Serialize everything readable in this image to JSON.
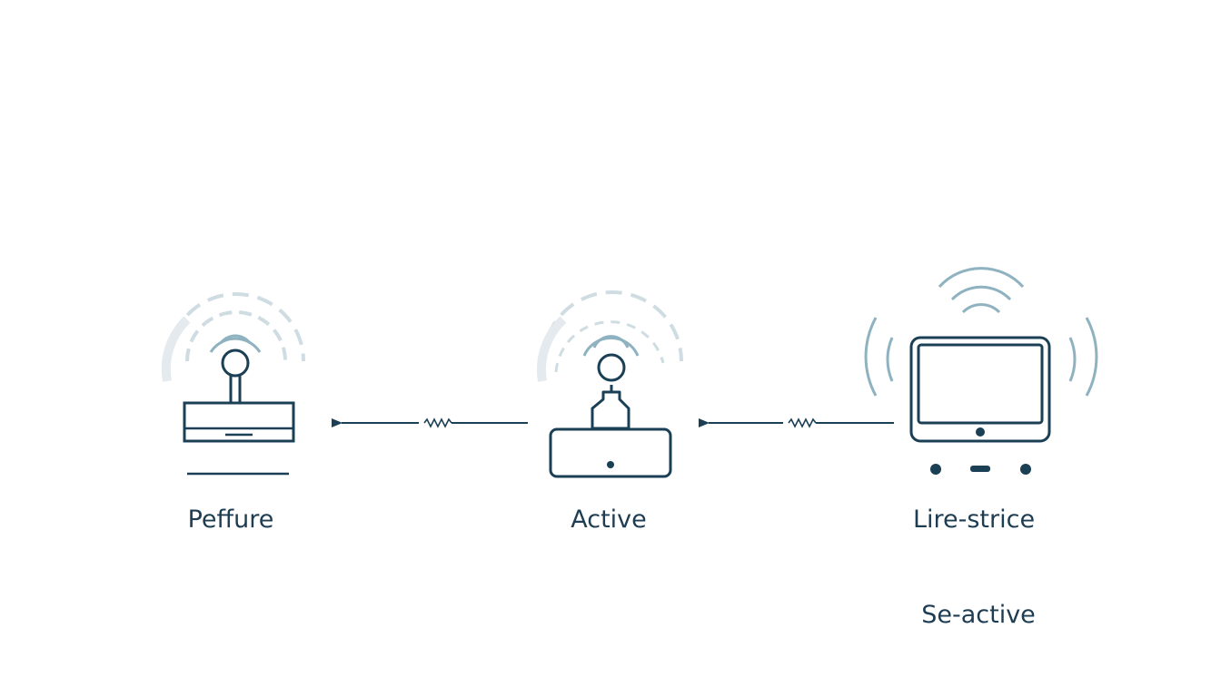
{
  "colors": {
    "stroke": "#1b3f55",
    "wave_dark": "#8fb2c0",
    "wave_light": "#cfdde3",
    "halo": "#eaeff1",
    "text": "#1f3d52"
  },
  "nodes": [
    {
      "id": "left",
      "label": "Peffure",
      "icon": "router-icon"
    },
    {
      "id": "mid",
      "label": "Active",
      "icon": "person-terminal-icon"
    },
    {
      "id": "right",
      "label": "Lire-strice",
      "icon": "tablet-icon"
    }
  ],
  "extra_label": "Se-active",
  "connections": [
    {
      "from": "right",
      "to": "mid",
      "style": "arrow-with-coil"
    },
    {
      "from": "mid",
      "to": "left",
      "style": "arrow-with-coil"
    }
  ]
}
